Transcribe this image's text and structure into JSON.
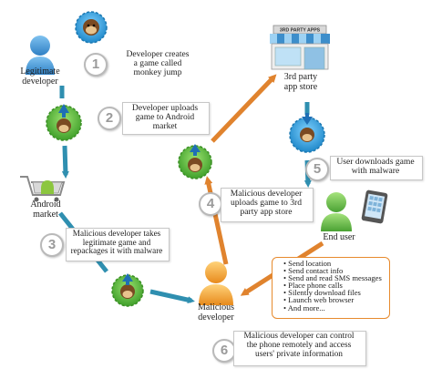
{
  "actors": {
    "legitimate_developer": "Legitimate\ndeveloper",
    "android_market": "Android\nmarket",
    "third_party_store": "3rd party\napp store",
    "store_sign": "3RD PARTY APPS",
    "malicious_developer": "Malicious\ndeveloper",
    "end_user": "End user"
  },
  "steps": [
    {
      "number": "1",
      "text": "Developer creates\na game called\nmonkey jump"
    },
    {
      "number": "2",
      "text": "Developer uploads\ngame to Android\nmarket"
    },
    {
      "number": "3",
      "text": "Malicious developer takes\nlegitimate game and\nrepackages it with malware"
    },
    {
      "number": "4",
      "text": "Malicious developer\nuploads game to 3rd\nparty app store"
    },
    {
      "number": "5",
      "text": "User downloads game\nwith malware"
    },
    {
      "number": "6",
      "text": "Malicious developer can control\nthe phone remotely and access\nusers' private information"
    }
  ],
  "malware_actions": [
    "Send location",
    "Send contact info",
    "Send and read SMS messages",
    "Place phone calls",
    "Silently download files",
    "Launch web browser",
    "And more..."
  ],
  "colors": {
    "arrow_blue": "#2f8fb0",
    "arrow_orange": "#e0832e",
    "person_blue": "#3b8fd0",
    "person_orange": "#f2a13a",
    "person_green": "#5bb34a",
    "badge_green": "#4caf34",
    "step_circle": "#b9b9b9"
  }
}
